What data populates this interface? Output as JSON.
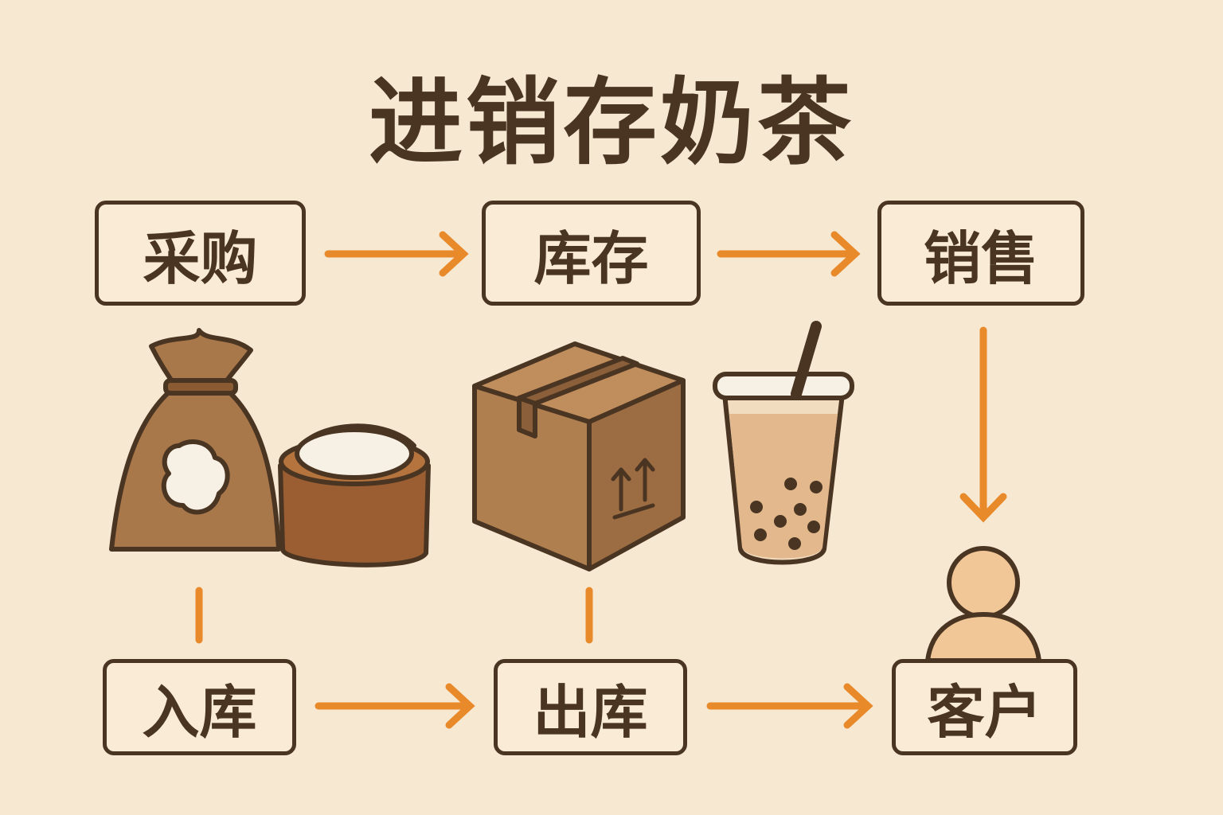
{
  "title": "进销存奶茶",
  "nodes": {
    "purchase": "采购",
    "inventory": "库存",
    "sales": "销售",
    "stock_in": "入库",
    "stock_out": "出库",
    "customer": "客户"
  },
  "colors": {
    "background": "#f7e8d2",
    "ink": "#4a3422",
    "arrow": "#e8892a"
  },
  "icons": [
    "ingredient-sack-icon",
    "powder-bowl-icon",
    "cardboard-box-icon",
    "milk-tea-cup-icon",
    "customer-person-icon"
  ]
}
